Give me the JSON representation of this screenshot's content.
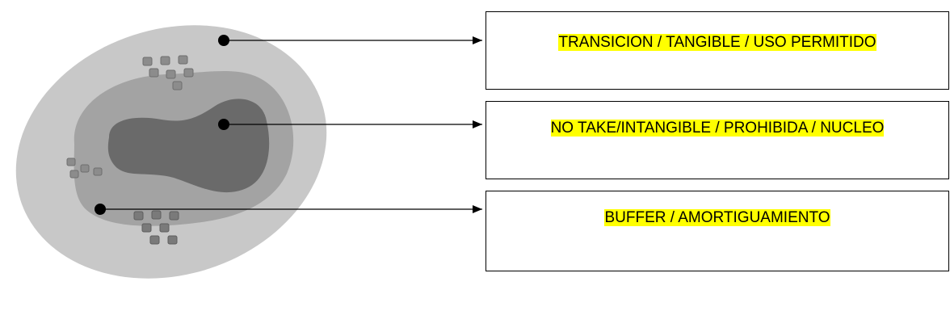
{
  "colors": {
    "highlight": "#ffff00",
    "outer_zone": "#c8c8c8",
    "middle_zone": "#a3a3a3",
    "core_zone": "#6a6a6a",
    "line": "#000000"
  },
  "labels": [
    {
      "id": "transicion",
      "text": "TRANSICION / TANGIBLE / USO PERMITIDO"
    },
    {
      "id": "nucleo",
      "text": "NO TAKE/INTANGIBLE / PROHIBIDA / NUCLEO"
    },
    {
      "id": "buffer",
      "text": "BUFFER / AMORTIGUAMIENTO"
    }
  ]
}
